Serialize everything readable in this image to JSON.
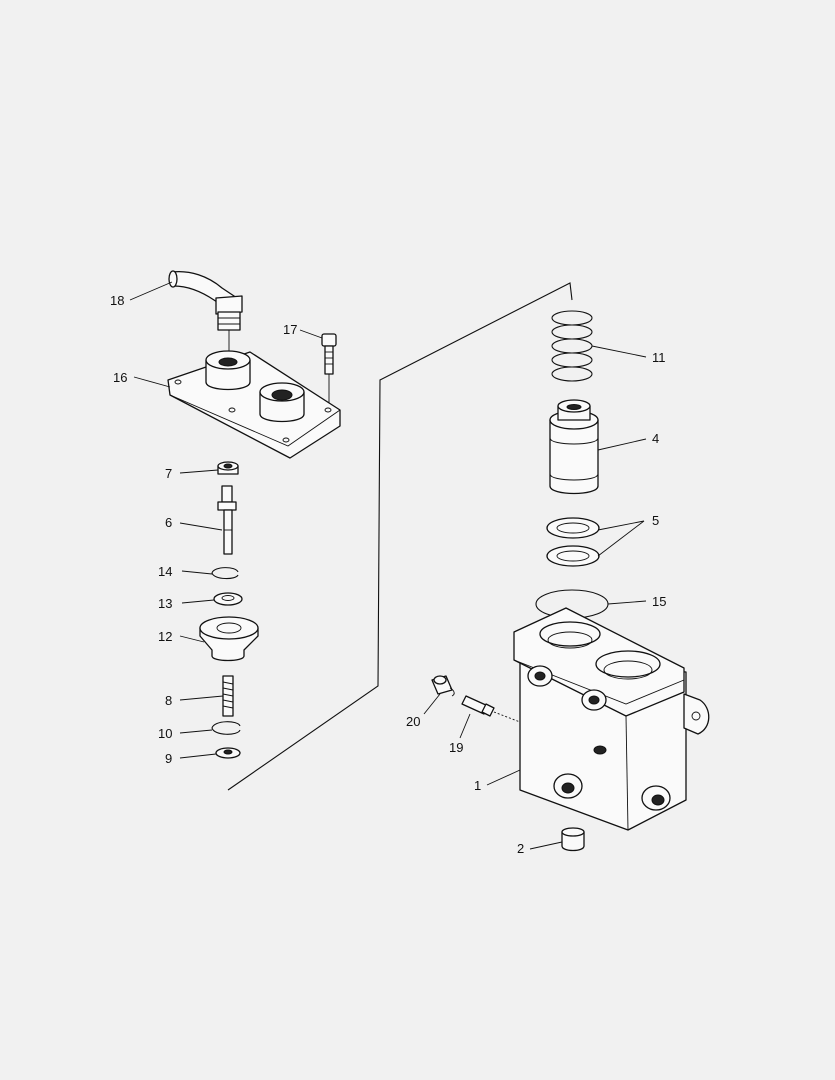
{
  "diagram": {
    "labels": [
      {
        "id": "1",
        "text": "1"
      },
      {
        "id": "2",
        "text": "2"
      },
      {
        "id": "4",
        "text": "4"
      },
      {
        "id": "5",
        "text": "5"
      },
      {
        "id": "6",
        "text": "6"
      },
      {
        "id": "7",
        "text": "7"
      },
      {
        "id": "8",
        "text": "8"
      },
      {
        "id": "9",
        "text": "9"
      },
      {
        "id": "10",
        "text": "10"
      },
      {
        "id": "11",
        "text": "11"
      },
      {
        "id": "12",
        "text": "12"
      },
      {
        "id": "13",
        "text": "13"
      },
      {
        "id": "14",
        "text": "14"
      },
      {
        "id": "15",
        "text": "15"
      },
      {
        "id": "16",
        "text": "16"
      },
      {
        "id": "17",
        "text": "17"
      },
      {
        "id": "18",
        "text": "18"
      },
      {
        "id": "19",
        "text": "19"
      },
      {
        "id": "20",
        "text": "20"
      }
    ]
  }
}
